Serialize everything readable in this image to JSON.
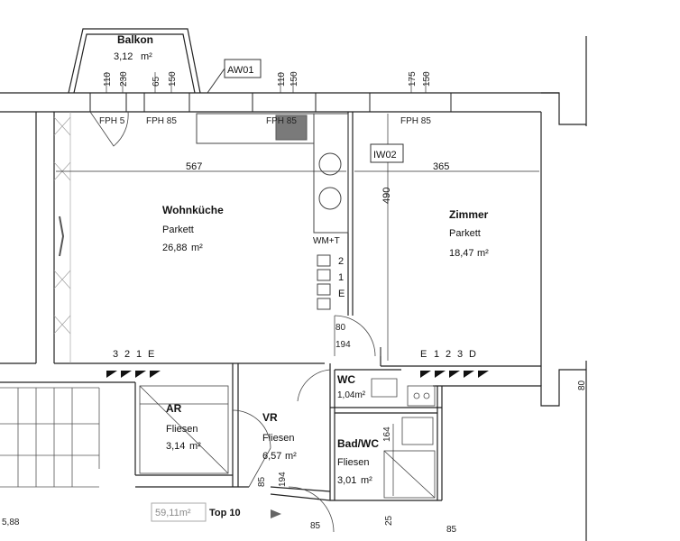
{
  "rooms": {
    "balkon": {
      "name": "Balkon",
      "area": "3,12",
      "unit": "m²"
    },
    "wohnkueche": {
      "name": "Wohnküche",
      "floor": "Parkett",
      "area": "26,88",
      "unit": "m²"
    },
    "zimmer": {
      "name": "Zimmer",
      "floor": "Parkett",
      "area": "18,47",
      "unit": "m²"
    },
    "ar": {
      "name": "AR",
      "floor": "Fliesen",
      "area": "3,14",
      "unit": "m²"
    },
    "vr": {
      "name": "VR",
      "floor": "Fliesen",
      "area": "6,57",
      "unit": "m²"
    },
    "wc": {
      "name": "WC",
      "area": "1,04m²"
    },
    "badwc": {
      "name": "Bad/WC",
      "floor": "Fliesen",
      "area": "3,01",
      "unit": "m²"
    }
  },
  "tags": {
    "aw01": "AW01",
    "iw02": "IW02"
  },
  "windows": {
    "fph5": "FPH 5",
    "fph85": "FPH 85"
  },
  "dims": {
    "d110": "110",
    "d230": "230",
    "d65": "65",
    "d150": "150",
    "d175": "175",
    "d567": "567",
    "d365": "365",
    "d490": "490",
    "d80": "80",
    "d194": "194",
    "d164": "164",
    "d25": "25",
    "d85": "85",
    "d588": "5,88"
  },
  "kitchen": {
    "appliance": "WM+T",
    "levels": [
      "2",
      "1",
      "E"
    ]
  },
  "stairs": {
    "left": [
      "3",
      "2",
      "1",
      "E"
    ],
    "right": [
      "E",
      "1",
      "2",
      "3",
      "D"
    ]
  },
  "unit": {
    "area": "59,11m²",
    "name": "Top 10"
  }
}
